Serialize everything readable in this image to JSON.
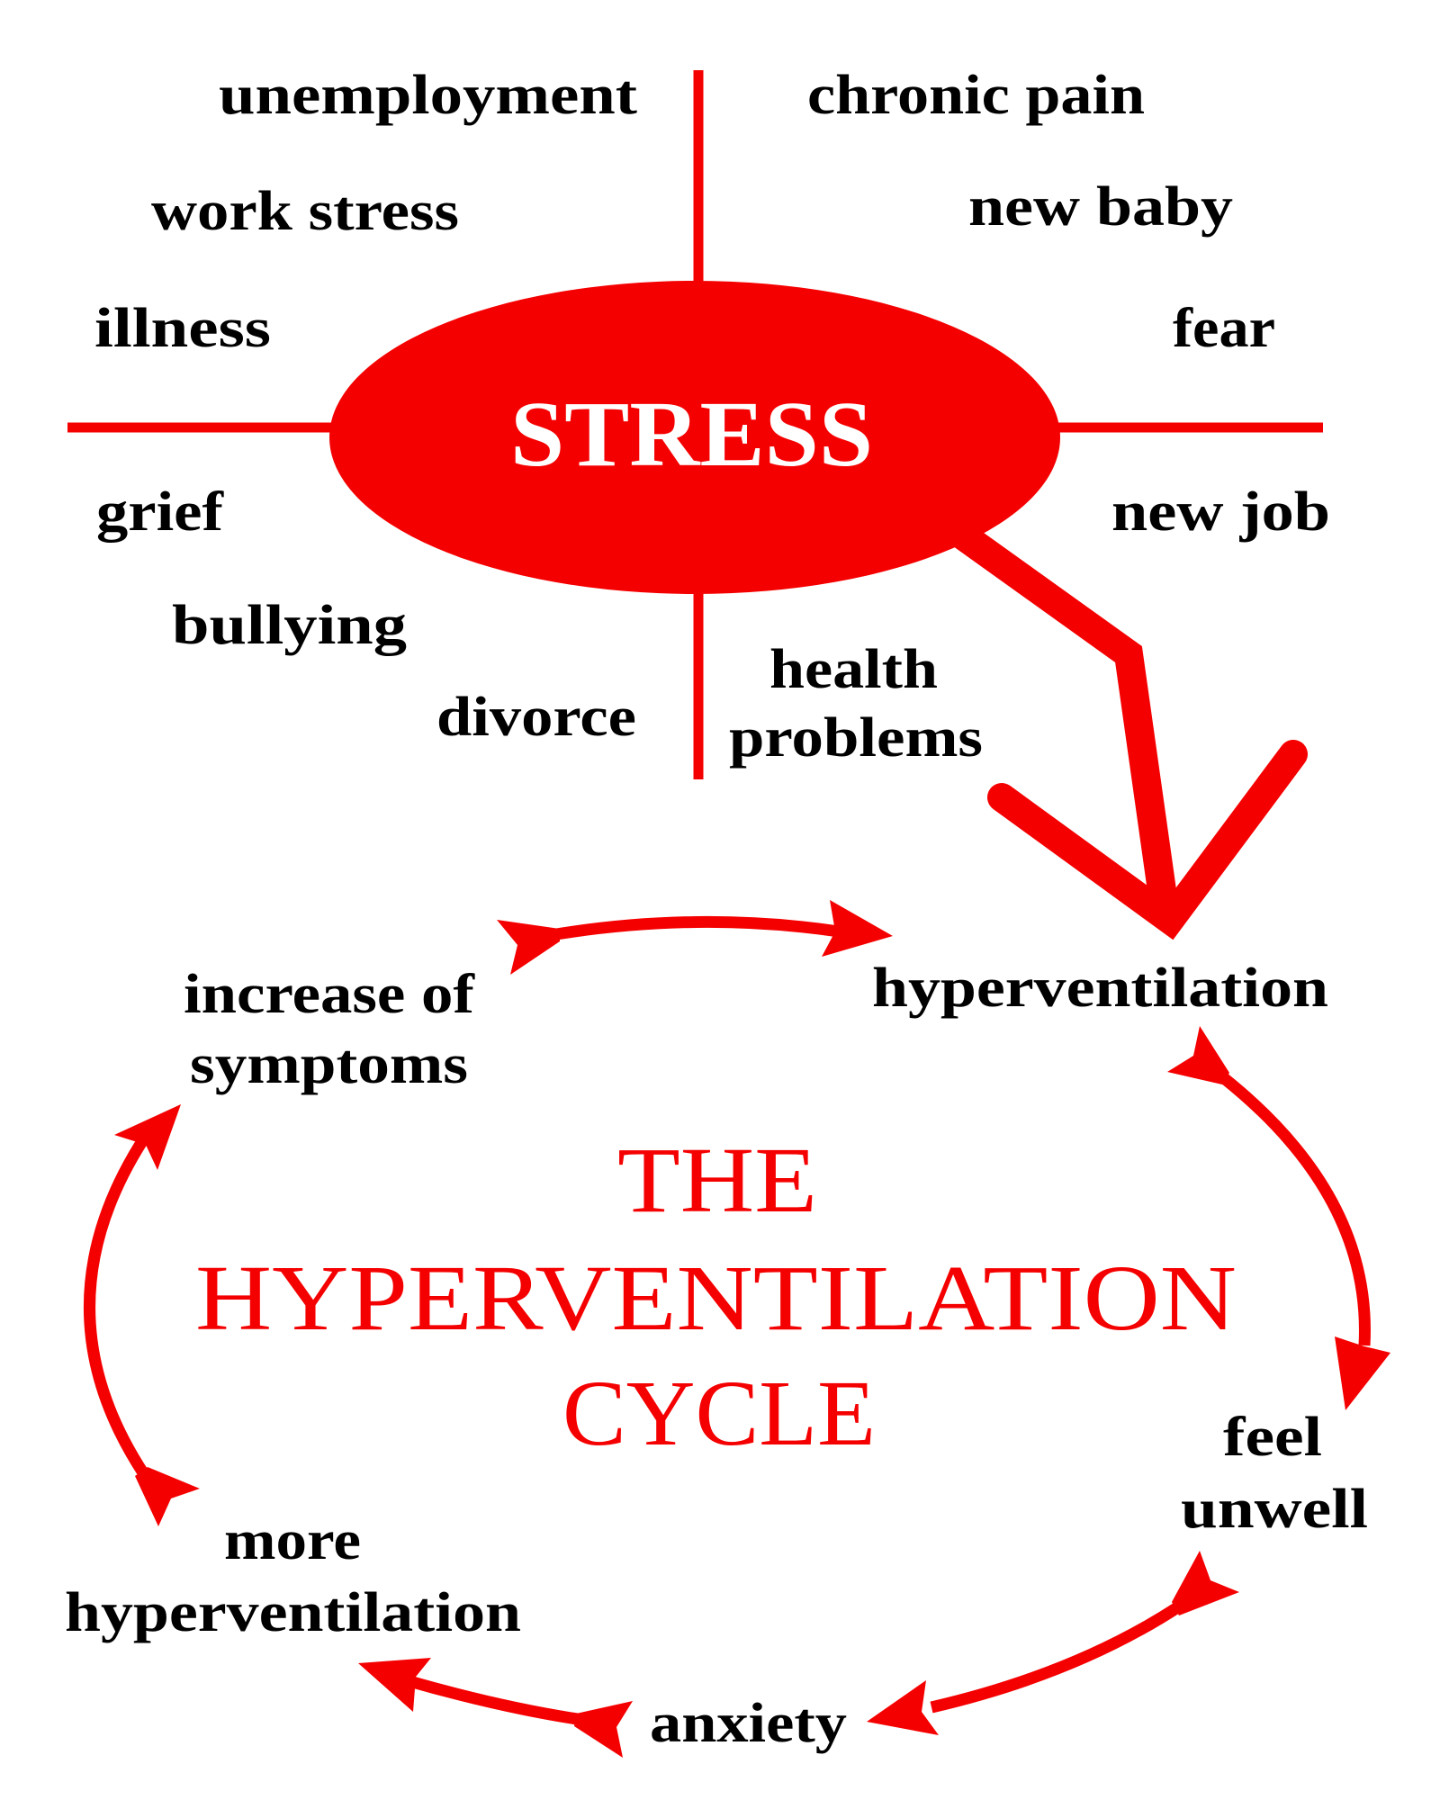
{
  "colors": {
    "accent": "#f50000",
    "text": "#000000",
    "background": "#ffffff",
    "hub_text": "#ffffff"
  },
  "hub": {
    "label": "STRESS"
  },
  "stressors": {
    "top_left": [
      "unemployment",
      "work stress",
      "illness"
    ],
    "top_right": [
      "chronic pain",
      "new baby",
      "fear"
    ],
    "bottom_left": [
      "grief",
      "bullying",
      "divorce"
    ],
    "bottom_right": [
      "new job",
      "health",
      "problems"
    ]
  },
  "title": {
    "line1": "THE",
    "line2": "HYPERVENTILATION",
    "line3": "CYCLE"
  },
  "cycle": {
    "nodes": [
      {
        "id": "hyperventilation",
        "lines": [
          "hyperventilation"
        ]
      },
      {
        "id": "feel-unwell",
        "lines": [
          "feel",
          "unwell"
        ]
      },
      {
        "id": "anxiety",
        "lines": [
          "anxiety"
        ]
      },
      {
        "id": "more-hyperventilation",
        "lines": [
          "more",
          "hyperventilation"
        ]
      },
      {
        "id": "increase-of-symptoms",
        "lines": [
          "increase of",
          "symptoms"
        ]
      }
    ],
    "edges": [
      {
        "from": "increase-of-symptoms",
        "to": "hyperventilation"
      },
      {
        "from": "hyperventilation",
        "to": "feel-unwell"
      },
      {
        "from": "feel-unwell",
        "to": "anxiety"
      },
      {
        "from": "anxiety",
        "to": "more-hyperventilation"
      },
      {
        "from": "more-hyperventilation",
        "to": "increase-of-symptoms"
      }
    ]
  },
  "entry_arrow": {
    "from": "STRESS",
    "to": "hyperventilation"
  }
}
